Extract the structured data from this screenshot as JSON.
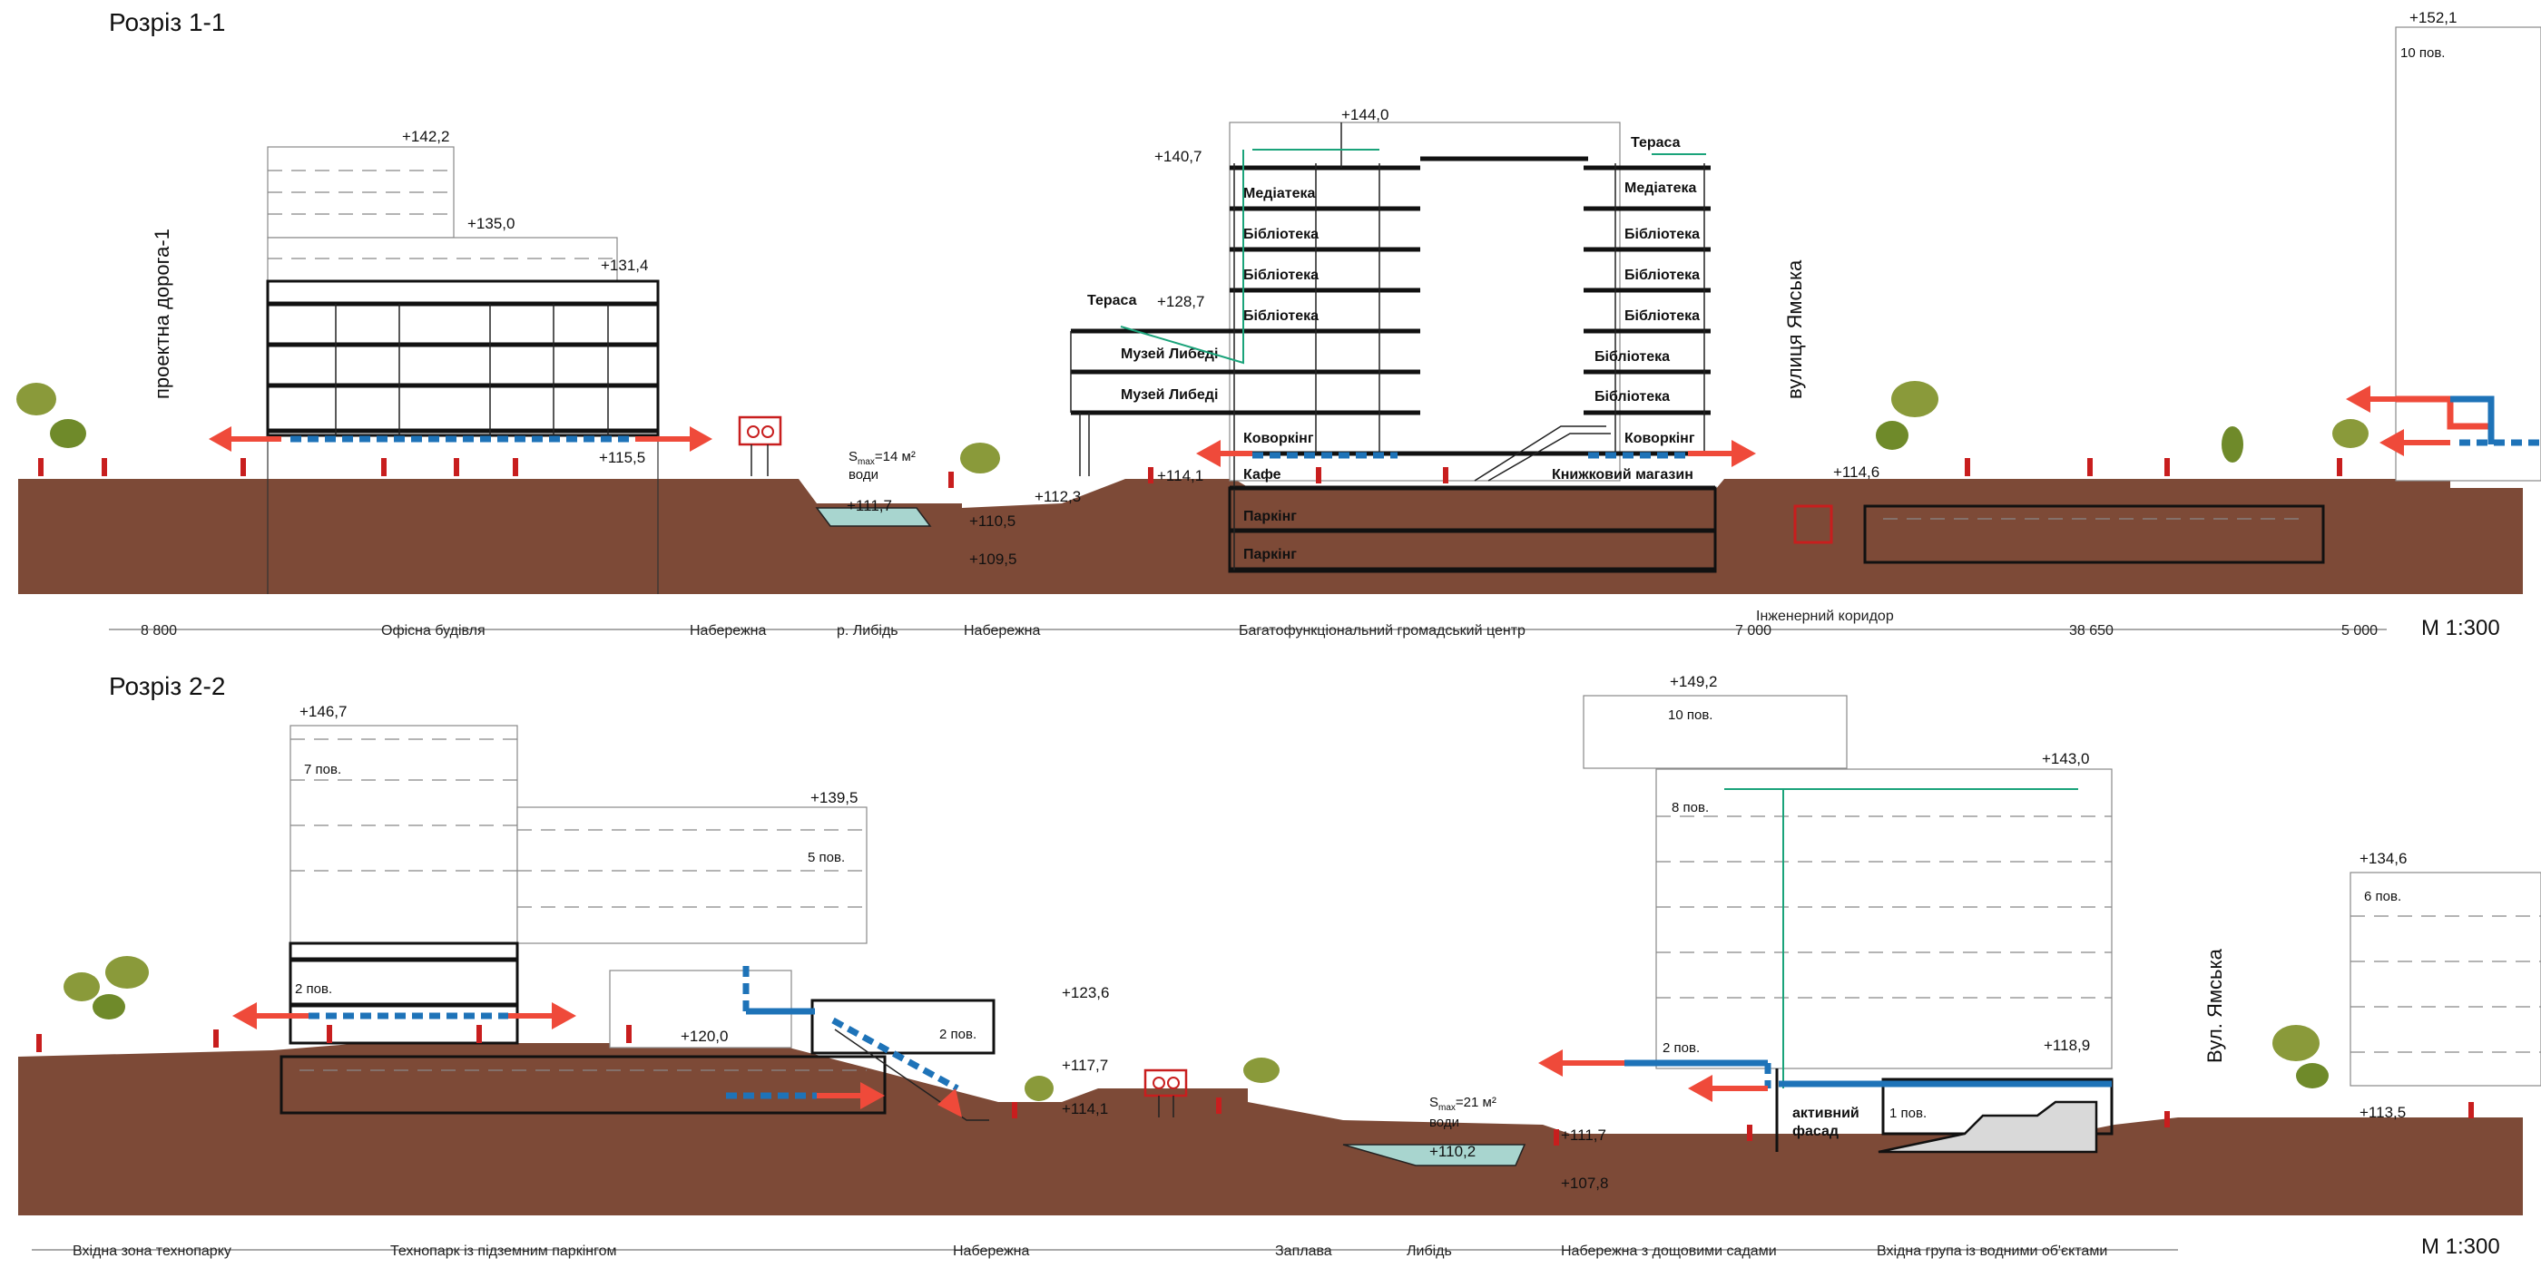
{
  "section_1": {
    "title": "Розріз 1-1",
    "scale": "М 1:300",
    "street_left": "проектна дорога-1",
    "street_right": "вулиця Ямська",
    "elevations": [
      "+142,2",
      "+135,0",
      "+131,4",
      "+115,5",
      "+140,7",
      "+144,0",
      "+128,7",
      "+112,3",
      "+114,1",
      "+111,7",
      "+110,5",
      "+109,5",
      "+114,6",
      "+152,1"
    ],
    "floors_label": "10 пов.",
    "river_area": "S",
    "river_area_sub": "max",
    "river_area_value": "=14 м²",
    "river_area_unit": "води",
    "rooms_left": [
      "Тераса",
      "Медіатека",
      "Бібліотека",
      "Бібліотека",
      "Бібліотека",
      "Музей Либеді",
      "Музей Либеді",
      "Коворкінг",
      "Кафе",
      "Паркінг",
      "Паркінг"
    ],
    "rooms_right": [
      "Тераса",
      "Медіатека",
      "Бібліотека",
      "Бібліотека",
      "Бібліотека",
      "Бібліотека",
      "Бібліотека",
      "Коворкінг",
      "Книжковий магазин"
    ],
    "zones": [
      "8 800",
      "Офісна будівля",
      "Набережна",
      "р. Либідь",
      "Набережна",
      "Багатофункціональний громадський центр",
      "7 000",
      "Інженерний коридор",
      "38 650",
      "5 000"
    ]
  },
  "section_2": {
    "title": "Розріз 2-2",
    "scale": "М 1:300",
    "street_right": "Вул. Ямська",
    "elevations": [
      "+146,7",
      "+139,5",
      "+120,0",
      "+123,6",
      "+117,7",
      "+114,1",
      "+149,2",
      "+143,0",
      "+118,9",
      "+111,7",
      "+110,2",
      "+107,8",
      "+134,6",
      "+113,5"
    ],
    "floors": [
      "7 пов.",
      "5 пов.",
      "2 пов.",
      "2 пов.",
      "10 пов.",
      "8 пов.",
      "2 пов.",
      "1 пов.",
      "6 пов."
    ],
    "river_area": "S",
    "river_area_sub": "max",
    "river_area_value": "=21 м²",
    "river_area_unit": "води",
    "facade": [
      "активний",
      "фасад"
    ],
    "zones": [
      "Вхідна зона технопарку",
      "Технопарк із підземним паркінгом",
      "Набережна",
      "Заплава",
      "Либідь",
      "Набережна з дощовими садами",
      "Вхідна група із водними об'єктами"
    ]
  },
  "colors": {
    "ground": "#7d4a37",
    "water": "#a8d5cf",
    "arrow_red": "#ef4a3a",
    "flow_blue": "#1e73b8",
    "circulation_teal": "#1aa37a",
    "people": "#c81e1e",
    "trees": "#8a9a3a"
  }
}
